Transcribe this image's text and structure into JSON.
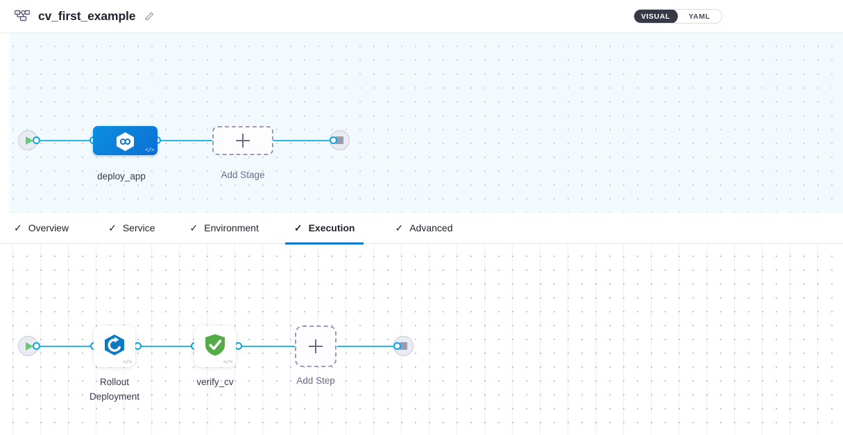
{
  "header": {
    "pipeline_icon": "pipeline-nodes-icon",
    "title": "cv_first_example",
    "edit_icon": "pencil-edit-icon",
    "view_toggle": {
      "active": "VISUAL",
      "options": [
        "VISUAL",
        "YAML"
      ]
    }
  },
  "stage_canvas": {
    "start_icon": "play-icon",
    "end_icon": "stop-icon",
    "nodes": [
      {
        "id": "deploy_app",
        "label": "deploy_app",
        "type": "stage",
        "icon": "harness-hexagon-icon",
        "badge": "</>",
        "selected": true
      },
      {
        "id": "add_stage",
        "label": "Add Stage",
        "type": "add",
        "icon": "plus-icon"
      }
    ]
  },
  "tabs": {
    "items": [
      {
        "label": "Overview",
        "check": "✓",
        "active": false
      },
      {
        "label": "Service",
        "check": "✓",
        "active": false
      },
      {
        "label": "Environment",
        "check": "✓",
        "active": false
      },
      {
        "label": "Execution",
        "check": "✓",
        "active": true
      },
      {
        "label": "Advanced",
        "check": "✓",
        "active": false
      }
    ]
  },
  "step_canvas": {
    "start_icon": "play-icon",
    "end_icon": "stop-icon",
    "nodes": [
      {
        "id": "rollout_deployment",
        "label_line1": "Rollout",
        "label_line2": "Deployment",
        "type": "step",
        "icon": "rollout-deployment-hexagon-icon",
        "badge": "</>"
      },
      {
        "id": "verify_cv",
        "label_line1": "verify_cv",
        "label_line2": "",
        "type": "step",
        "icon": "green-shield-check-icon",
        "badge": "</>"
      },
      {
        "id": "add_step",
        "label_line1": "Add Step",
        "label_line2": "",
        "type": "add",
        "icon": "plus-icon"
      }
    ]
  },
  "colors": {
    "accent_blue": "#0aa5e0",
    "tab_active": "#0b78d0",
    "stage_node": "#0d7fd8",
    "success_green": "#4caf50",
    "toggle_active_bg": "#383946"
  }
}
